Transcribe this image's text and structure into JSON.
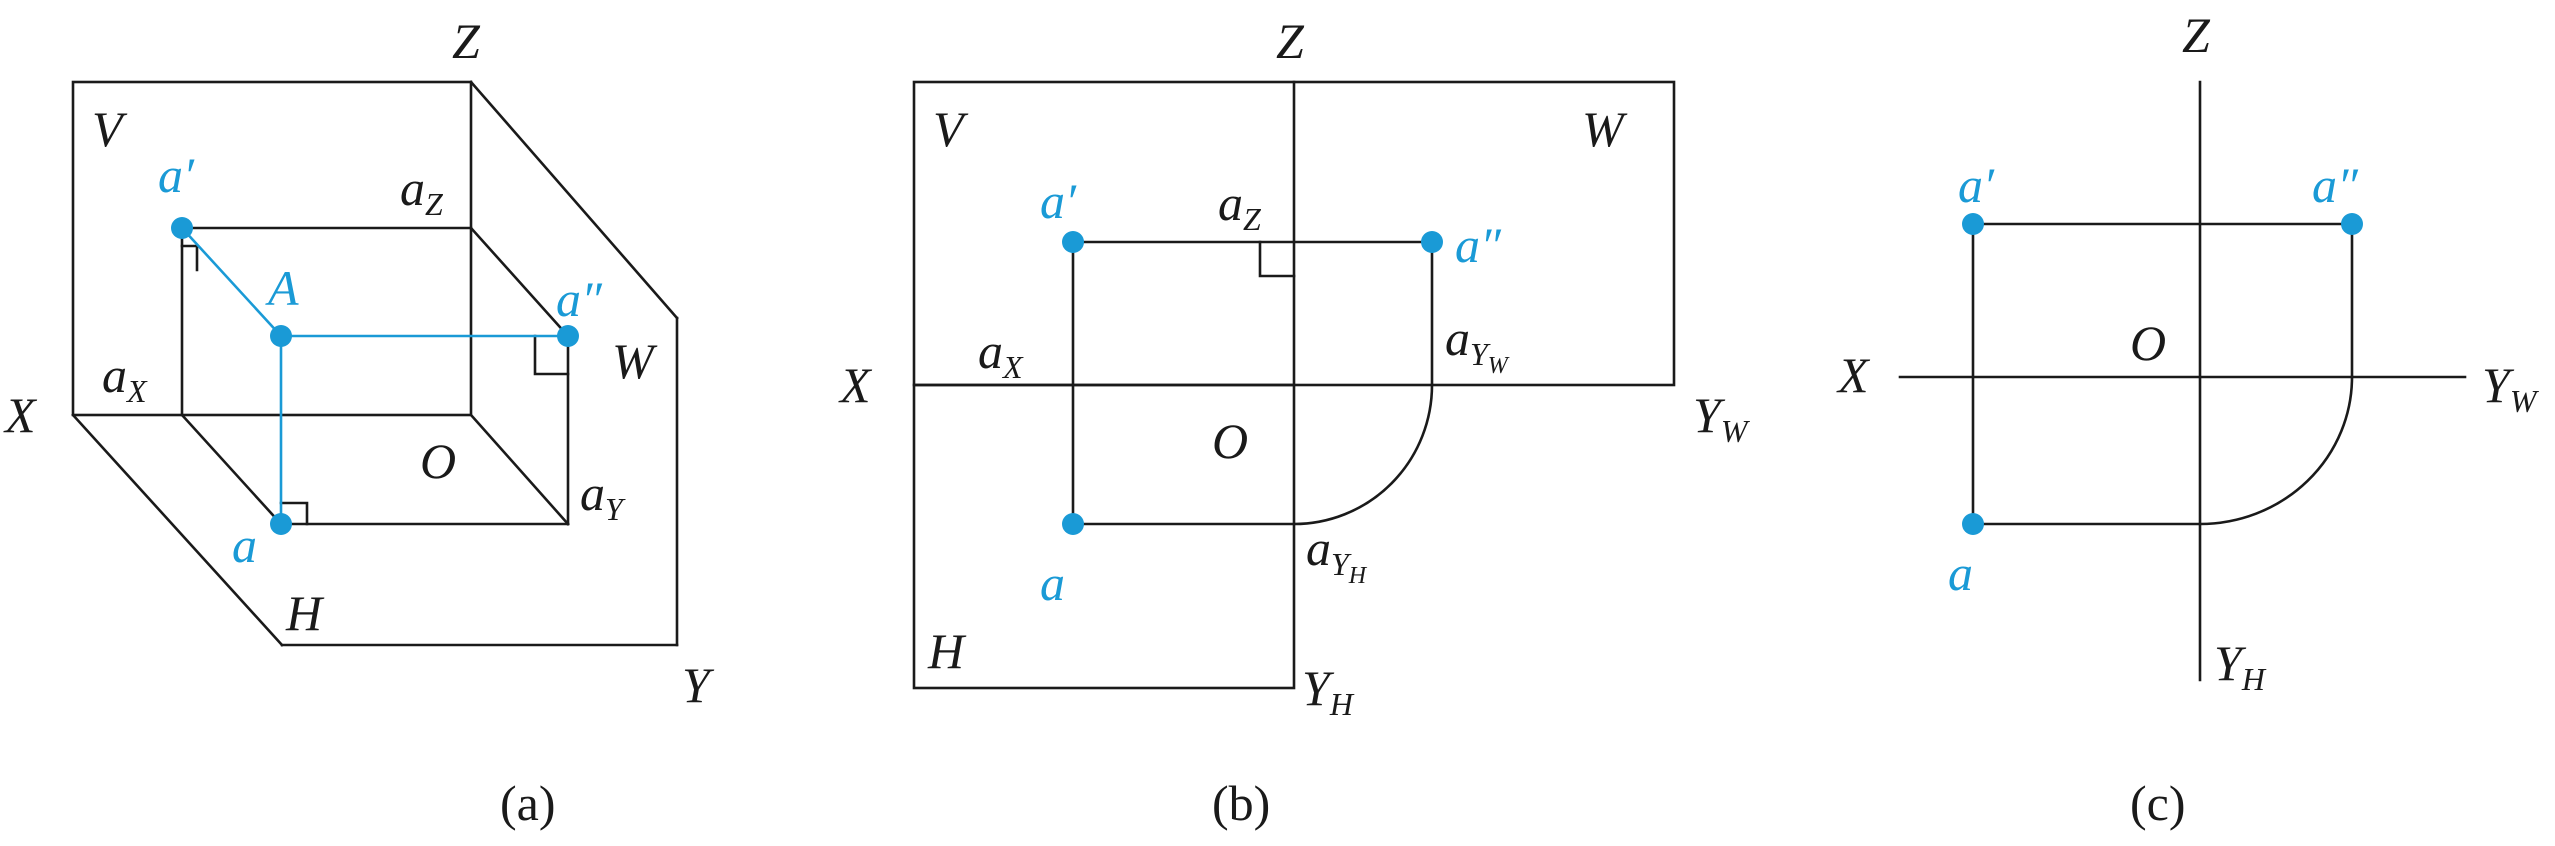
{
  "accent_color": "#1a9ad6",
  "line_color": "#1a1a1a",
  "fig_a": {
    "caption": "(a)",
    "plane_v": "V",
    "plane_h": "H",
    "plane_w": "W",
    "axis_x": "X",
    "axis_y": "Y",
    "axis_z": "Z",
    "origin": "O",
    "point_A": "A",
    "proj_front": "a′",
    "proj_top": "a",
    "proj_side": "a″",
    "a_x": "a",
    "a_x_sub": "X",
    "a_y": "a",
    "a_y_sub": "Y",
    "a_z": "a",
    "a_z_sub": "Z"
  },
  "fig_b": {
    "caption": "(b)",
    "plane_v": "V",
    "plane_h": "H",
    "plane_w": "W",
    "axis_x": "X",
    "axis_z": "Z",
    "axis_yw": "Y",
    "axis_yw_sub": "W",
    "axis_yh": "Y",
    "axis_yh_sub": "H",
    "origin": "O",
    "proj_front": "a′",
    "proj_top": "a",
    "proj_side": "a″",
    "a_x": "a",
    "a_x_sub": "X",
    "a_z": "a",
    "a_z_sub": "Z",
    "a_yw": "a",
    "a_yw_sub1": "Y",
    "a_yw_sub2": "W",
    "a_yh": "a",
    "a_yh_sub1": "Y",
    "a_yh_sub2": "H"
  },
  "fig_c": {
    "caption": "(c)",
    "axis_x": "X",
    "axis_z": "Z",
    "axis_yw": "Y",
    "axis_yw_sub": "W",
    "axis_yh": "Y",
    "axis_yh_sub": "H",
    "origin": "O",
    "proj_front": "a′",
    "proj_top": "a",
    "proj_side": "a″"
  }
}
